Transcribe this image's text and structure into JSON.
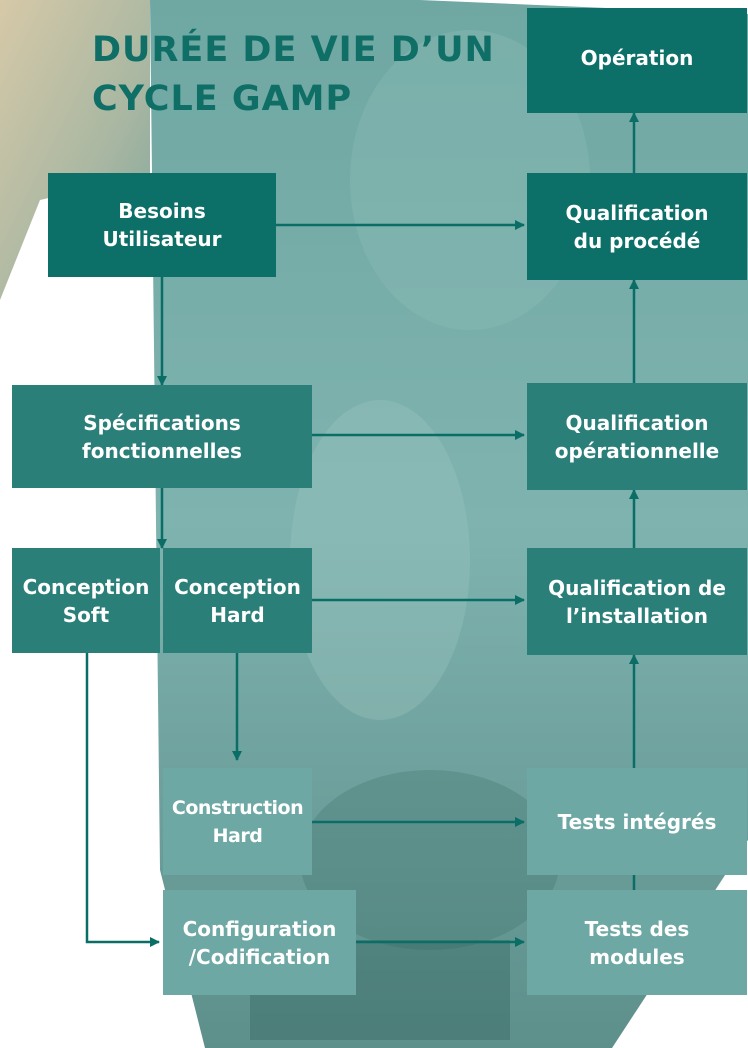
{
  "diagram": {
    "title": [
      "DURÉE DE VIE D’UN",
      "CYCLE GAMP"
    ],
    "nodes": {
      "besoins": "Besoins\nUtilisateur",
      "specifications": "Spécifications\nfonctionnelles",
      "conception_soft": "Conception\nSoft",
      "conception_hard": "Conception\nHard",
      "construction_hard": "Construction\nHard",
      "configuration": "Configuration\n/Codification",
      "operation": "Opération",
      "qualif_procede": "Qualification\ndu procédé",
      "qualif_operationnelle": "Qualification\nopérationnelle",
      "qualif_installation": "Qualification de\nl’installation",
      "tests_integres": "Tests intégrés",
      "tests_modules": "Tests des\nmodules"
    }
  },
  "colors": {
    "dark_box": "#0c6f68",
    "mid_box": "#2b7f79",
    "light_box": "#6ea8a4",
    "arrow": "#0a6d66",
    "title": "#0f6f66"
  }
}
